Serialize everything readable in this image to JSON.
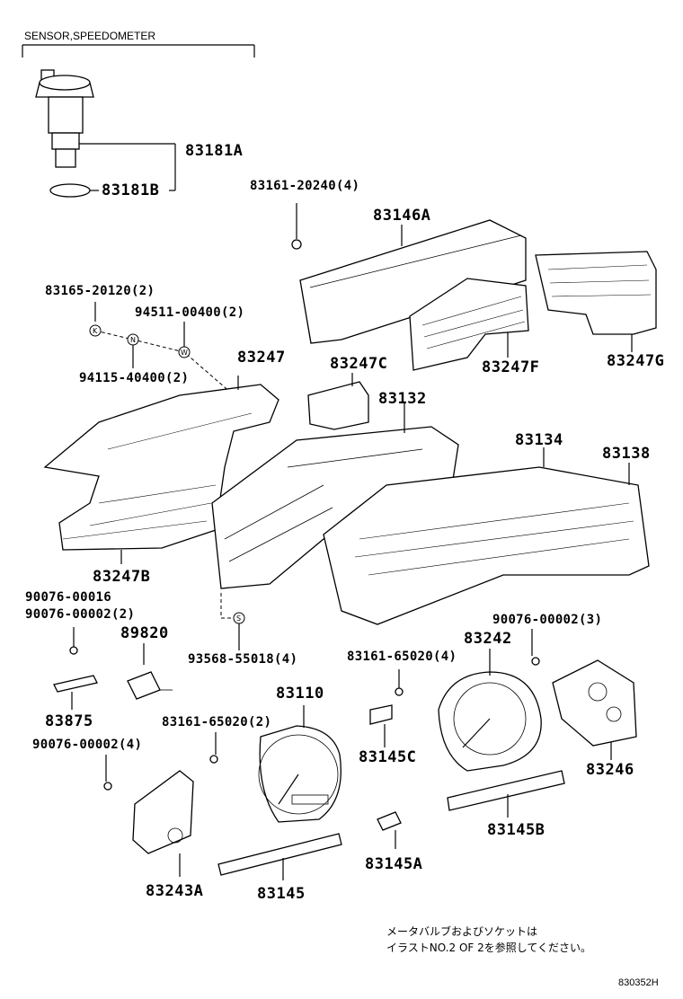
{
  "header": {
    "title": "SENSOR,SPEEDOMETER"
  },
  "parts": {
    "p83181A": "83181A",
    "p83181B": "83181B",
    "p83161_20240": "83161-20240(4)",
    "p83146A": "83146A",
    "p83165_20120": "83165-20120(2)",
    "p94511_00400": "94511-00400(2)",
    "p94115_40400": "94115-40400(2)",
    "p83247": "83247",
    "p83247C": "83247C",
    "p83247F": "83247F",
    "p83247G": "83247G",
    "p83132": "83132",
    "p83134": "83134",
    "p83138": "83138",
    "p83247B": "83247B",
    "p90076_00016": "90076-00016",
    "p90076_00002_2": "90076-00002(2)",
    "p89820": "89820",
    "p93568_55018": "93568-55018(4)",
    "p90076_00002_3": "90076-00002(3)",
    "p83242": "83242",
    "p83161_65020_4": "83161-65020(4)",
    "p83110": "83110",
    "p83875": "83875",
    "p83161_65020_2": "83161-65020(2)",
    "p90076_00002_4": "90076-00002(4)",
    "p83145C": "83145C",
    "p83246": "83246",
    "p83145B": "83145B",
    "p83145A": "83145A",
    "p83243A": "83243A",
    "p83145": "83145"
  },
  "markers": {
    "k": "K",
    "n": "N",
    "w": "W",
    "s": "S"
  },
  "note": {
    "line1": "メータバルブおよびソケットは",
    "line2": "イラストNO.2 OF 2を参照してください。"
  },
  "figure_code": "830352H"
}
